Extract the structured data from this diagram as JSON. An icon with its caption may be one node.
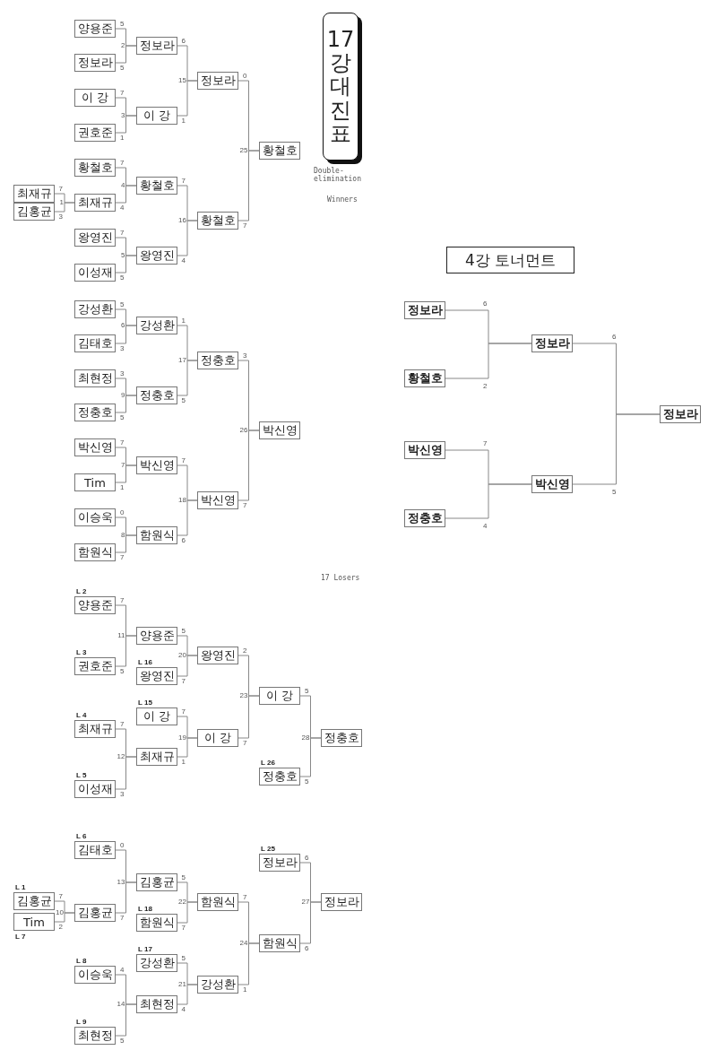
{
  "diagram": {
    "title": "17강대진표",
    "nodes": [
      {
        "text": [
          "양용준"
        ],
        "beside": [
          "5"
        ]
      },
      {
        "text": [
          "정보라"
        ],
        "beside": [
          "5"
        ]
      },
      {
        "text": [
          "이 강"
        ],
        "beside": [
          "7"
        ]
      },
      {
        "text": [
          "권호준"
        ],
        "beside": [
          "1"
        ]
      },
      {
        "text": [
          "황철호"
        ],
        "beside": [
          "7"
        ]
      },
      {
        "text": [
          "최재규"
        ],
        "beside": [
          "7"
        ]
      },
      {
        "text": [
          "김홍균"
        ],
        "beside": [
          "3"
        ]
      },
      {
        "text": [
          "최재규"
        ],
        "beside": [
          "4"
        ]
      },
      {
        "text": [
          "왕영진"
        ],
        "beside": [
          "7"
        ]
      },
      {
        "text": [
          "이성재"
        ],
        "beside": [
          "5"
        ]
      },
      {
        "text": [
          "정보라"
        ],
        "beside": [
          "6"
        ]
      },
      {
        "text": [
          "이 강"
        ],
        "beside": [
          "1"
        ]
      },
      {
        "text": [
          "황철호"
        ],
        "beside": [
          "7"
        ]
      },
      {
        "text": [
          "왕영진"
        ],
        "beside": [
          "4"
        ]
      },
      {
        "text": [
          "정보라"
        ],
        "beside": [
          "0"
        ]
      },
      {
        "text": [
          "황철호"
        ],
        "beside": [
          "7"
        ]
      },
      {
        "text": [
          "황철호"
        ]
      },
      {
        "text": [
          "강성환"
        ],
        "beside": [
          "5"
        ]
      },
      {
        "text": [
          "김태호"
        ],
        "beside": [
          "3"
        ]
      },
      {
        "text": [
          "최현정"
        ],
        "beside": [
          "3"
        ]
      },
      {
        "text": [
          "정충호"
        ],
        "beside": [
          "5"
        ]
      },
      {
        "text": [
          "박신영"
        ],
        "beside": [
          "7"
        ]
      },
      {
        "text": [
          "Tim"
        ],
        "beside": [
          "1"
        ]
      },
      {
        "text": [
          "이승욱"
        ],
        "beside": [
          "0"
        ]
      },
      {
        "text": [
          "함원식"
        ],
        "beside": [
          "7"
        ]
      },
      {
        "text": [
          "강성환"
        ],
        "beside": [
          "1"
        ]
      },
      {
        "text": [
          "정충호"
        ],
        "beside": [
          "5"
        ]
      },
      {
        "text": [
          "박신영"
        ],
        "beside": [
          "7"
        ]
      },
      {
        "text": [
          "함원식"
        ],
        "beside": [
          "6"
        ]
      },
      {
        "text": [
          "정충호"
        ],
        "beside": [
          "3"
        ]
      },
      {
        "text": [
          "박신영"
        ],
        "beside": [
          "7"
        ]
      },
      {
        "text": [
          "박신영"
        ]
      },
      {
        "text": [
          "4강 토너먼트"
        ]
      },
      {
        "text": [
          "정보라"
        ]
      },
      {
        "text": [
          "황철호"
        ]
      },
      {
        "text": [
          "박신영"
        ]
      },
      {
        "text": [
          "정충호"
        ]
      },
      {
        "text": [
          "정보라"
        ]
      },
      {
        "text": [
          "박신영"
        ]
      },
      {
        "text": [
          "정보라"
        ]
      },
      {
        "text": [
          "양용준"
        ],
        "beside": [
          "L 2",
          "7"
        ]
      },
      {
        "text": [
          "권호준"
        ],
        "beside": [
          "L 3",
          "5"
        ]
      },
      {
        "text": [
          "최재규"
        ],
        "beside": [
          "L 4",
          "7"
        ]
      },
      {
        "text": [
          "이성재"
        ],
        "beside": [
          "L 5",
          "3"
        ]
      },
      {
        "text": [
          "양용준"
        ],
        "beside": [
          "5"
        ]
      },
      {
        "text": [
          "왕영진"
        ],
        "beside": [
          "L 16",
          "7"
        ]
      },
      {
        "text": [
          "이 강"
        ],
        "beside": [
          "L 15",
          "7"
        ]
      },
      {
        "text": [
          "최재규"
        ],
        "beside": [
          "1"
        ]
      },
      {
        "text": [
          "왕영진"
        ],
        "beside": [
          "2"
        ]
      },
      {
        "text": [
          "이 강"
        ],
        "beside": [
          "7"
        ]
      },
      {
        "text": [
          "이 강"
        ],
        "beside": [
          "5"
        ]
      },
      {
        "text": [
          "정충호"
        ],
        "beside": [
          "L 26",
          "5"
        ]
      },
      {
        "text": [
          "정충호"
        ]
      },
      {
        "text": [
          "김태호"
        ],
        "beside": [
          "L 6",
          "0"
        ]
      },
      {
        "text": [
          "김홍균"
        ],
        "beside": [
          "L 1",
          "7"
        ]
      },
      {
        "text": [
          "Tim"
        ],
        "beside": [
          "L 7",
          "2"
        ]
      },
      {
        "text": [
          "김홍균"
        ],
        "beside": [
          "7"
        ]
      },
      {
        "text": [
          "이승욱"
        ],
        "beside": [
          "L 8",
          "4"
        ]
      },
      {
        "text": [
          "최현정"
        ],
        "beside": [
          "L 9",
          "5"
        ]
      },
      {
        "text": [
          "김홍균"
        ],
        "beside": [
          "5"
        ]
      },
      {
        "text": [
          "함원식"
        ],
        "beside": [
          "L 18",
          "7"
        ]
      },
      {
        "text": [
          "강성환"
        ],
        "beside": [
          "L 17",
          "5"
        ]
      },
      {
        "text": [
          "최현정"
        ],
        "beside": [
          "4"
        ]
      },
      {
        "text": [
          "함원식"
        ],
        "beside": [
          "7"
        ]
      },
      {
        "text": [
          "강성환"
        ],
        "beside": [
          "1"
        ]
      },
      {
        "text": [
          "정보라"
        ],
        "beside": [
          "L 25",
          "6"
        ]
      },
      {
        "text": [
          "함원식"
        ],
        "beside": [
          "6"
        ]
      },
      {
        "text": [
          "정보라"
        ]
      }
    ],
    "edges": [
      {
        "from": 0,
        "to": 10,
        "arrow": "none"
      },
      {
        "from": 1,
        "to": 10,
        "arrow": "none"
      },
      {
        "from": 2,
        "to": 11,
        "arrow": "none"
      },
      {
        "from": 3,
        "to": 11,
        "arrow": "none"
      },
      {
        "from": 5,
        "to": 7,
        "arrow": "none"
      },
      {
        "from": 6,
        "to": 7,
        "arrow": "none"
      },
      {
        "from": 4,
        "to": 12,
        "arrow": "none"
      },
      {
        "from": 7,
        "to": 12,
        "arrow": "none"
      },
      {
        "from": 8,
        "to": 13,
        "arrow": "none"
      },
      {
        "from": 9,
        "to": 13,
        "arrow": "none"
      },
      {
        "from": 10,
        "to": 14,
        "arrow": "none"
      },
      {
        "from": 11,
        "to": 14,
        "arrow": "none"
      },
      {
        "from": 12,
        "to": 15,
        "arrow": "none"
      },
      {
        "from": 13,
        "to": 15,
        "arrow": "none"
      },
      {
        "from": 14,
        "to": 16,
        "arrow": "none"
      },
      {
        "from": 15,
        "to": 16,
        "arrow": "none"
      },
      {
        "from": 17,
        "to": 25,
        "arrow": "none"
      },
      {
        "from": 18,
        "to": 25,
        "arrow": "none"
      },
      {
        "from": 19,
        "to": 26,
        "arrow": "none"
      },
      {
        "from": 20,
        "to": 26,
        "arrow": "none"
      },
      {
        "from": 21,
        "to": 27,
        "arrow": "none"
      },
      {
        "from": 22,
        "to": 27,
        "arrow": "none"
      },
      {
        "from": 23,
        "to": 28,
        "arrow": "none"
      },
      {
        "from": 24,
        "to": 28,
        "arrow": "none"
      },
      {
        "from": 25,
        "to": 29,
        "arrow": "none"
      },
      {
        "from": 26,
        "to": 29,
        "arrow": "none"
      },
      {
        "from": 27,
        "to": 30,
        "arrow": "none"
      },
      {
        "from": 28,
        "to": 30,
        "arrow": "none"
      },
      {
        "from": 29,
        "to": 31,
        "arrow": "none"
      },
      {
        "from": 30,
        "to": 31,
        "arrow": "none"
      },
      {
        "from": 33,
        "to": 37,
        "arrow": "none"
      },
      {
        "from": 34,
        "to": 37,
        "arrow": "none"
      },
      {
        "from": 35,
        "to": 38,
        "arrow": "none"
      },
      {
        "from": 36,
        "to": 38,
        "arrow": "none"
      },
      {
        "from": 37,
        "to": 39,
        "arrow": "none"
      },
      {
        "from": 38,
        "to": 39,
        "arrow": "none"
      },
      {
        "from": 40,
        "to": 44,
        "arrow": "none"
      },
      {
        "from": 41,
        "to": 44,
        "arrow": "none"
      },
      {
        "from": 42,
        "to": 47,
        "arrow": "none"
      },
      {
        "from": 43,
        "to": 47,
        "arrow": "none"
      },
      {
        "from": 44,
        "to": 48,
        "arrow": "none"
      },
      {
        "from": 45,
        "to": 48,
        "arrow": "none"
      },
      {
        "from": 46,
        "to": 49,
        "arrow": "none"
      },
      {
        "from": 47,
        "to": 49,
        "arrow": "none"
      },
      {
        "from": 48,
        "to": 50,
        "arrow": "none"
      },
      {
        "from": 49,
        "to": 50,
        "arrow": "none"
      },
      {
        "from": 50,
        "to": 52,
        "arrow": "none"
      },
      {
        "from": 51,
        "to": 52,
        "arrow": "none"
      },
      {
        "from": 54,
        "to": 56,
        "arrow": "none"
      },
      {
        "from": 55,
        "to": 56,
        "arrow": "none"
      },
      {
        "from": 53,
        "to": 59,
        "arrow": "none"
      },
      {
        "from": 56,
        "to": 59,
        "arrow": "none"
      },
      {
        "from": 57,
        "to": 62,
        "arrow": "none"
      },
      {
        "from": 58,
        "to": 62,
        "arrow": "none"
      },
      {
        "from": 59,
        "to": 63,
        "arrow": "none"
      },
      {
        "from": 60,
        "to": 63,
        "arrow": "none"
      },
      {
        "from": 61,
        "to": 64,
        "arrow": "none"
      },
      {
        "from": 62,
        "to": 64,
        "arrow": "none"
      },
      {
        "from": 63,
        "to": 66,
        "arrow": "none"
      },
      {
        "from": 64,
        "to": 66,
        "arrow": "none"
      },
      {
        "from": 65,
        "to": 67,
        "arrow": "none"
      },
      {
        "from": 66,
        "to": 67,
        "arrow": "none"
      }
    ],
    "labels": [
      "2",
      "3",
      "1",
      "4",
      "5",
      "15",
      "16",
      "25",
      "Double-elimination",
      "Winners",
      "6",
      "2",
      "7",
      "4",
      "6",
      "5",
      "6",
      "9",
      "7",
      "8",
      "17",
      "18",
      "26",
      "17 Losers",
      "11",
      "12",
      "20",
      "19",
      "23",
      "28",
      "10",
      "13",
      "14",
      "22",
      "21",
      "24",
      "27"
    ]
  }
}
